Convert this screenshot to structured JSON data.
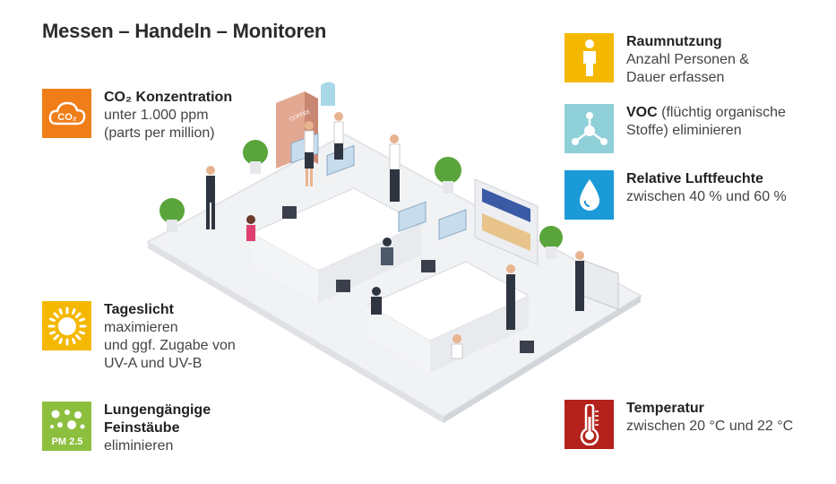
{
  "title": "Messen – Handeln – Monitoren",
  "items": {
    "co2": {
      "head": "CO₂ Konzentration",
      "line1": "unter 1.000 ppm",
      "line2": "(parts per million)",
      "icon": "cloud-co2-icon",
      "color": "#f07e18",
      "icon_text": "CO₂"
    },
    "tageslicht": {
      "head": "Tageslicht",
      "line1": "maximieren",
      "line2": "und ggf. Zugabe von",
      "line3": "UV-A und UV-B",
      "icon": "sun-icon",
      "color": "#f5b800"
    },
    "feinstaub": {
      "head": "Lungengängige",
      "head2": "Feinstäube",
      "line1": "eliminieren",
      "icon": "particles-icon",
      "color": "#8dbf3e",
      "icon_text": "PM 2.5"
    },
    "raumnutzung": {
      "head": "Raumnutzung",
      "line1": "Anzahl Personen &",
      "line2": "Dauer erfassen",
      "icon": "person-icon",
      "color": "#f5b800"
    },
    "voc": {
      "head": "VOC",
      "head_rest": " (flüchtig organische",
      "line1": "Stoffe) eliminieren",
      "icon": "molecule-icon",
      "color": "#8fcfd8"
    },
    "luftfeuchte": {
      "head": "Relative Luftfeuchte",
      "line1": "zwischen 40 % und 60 %",
      "icon": "droplet-icon",
      "color": "#1a9ad6"
    },
    "temperatur": {
      "head": "Temperatur",
      "line1": "zwischen 20 °C und 22 °C",
      "icon": "thermometer-icon",
      "color": "#b5221d"
    }
  },
  "scene": {
    "coffee_label": "COFFEE"
  }
}
